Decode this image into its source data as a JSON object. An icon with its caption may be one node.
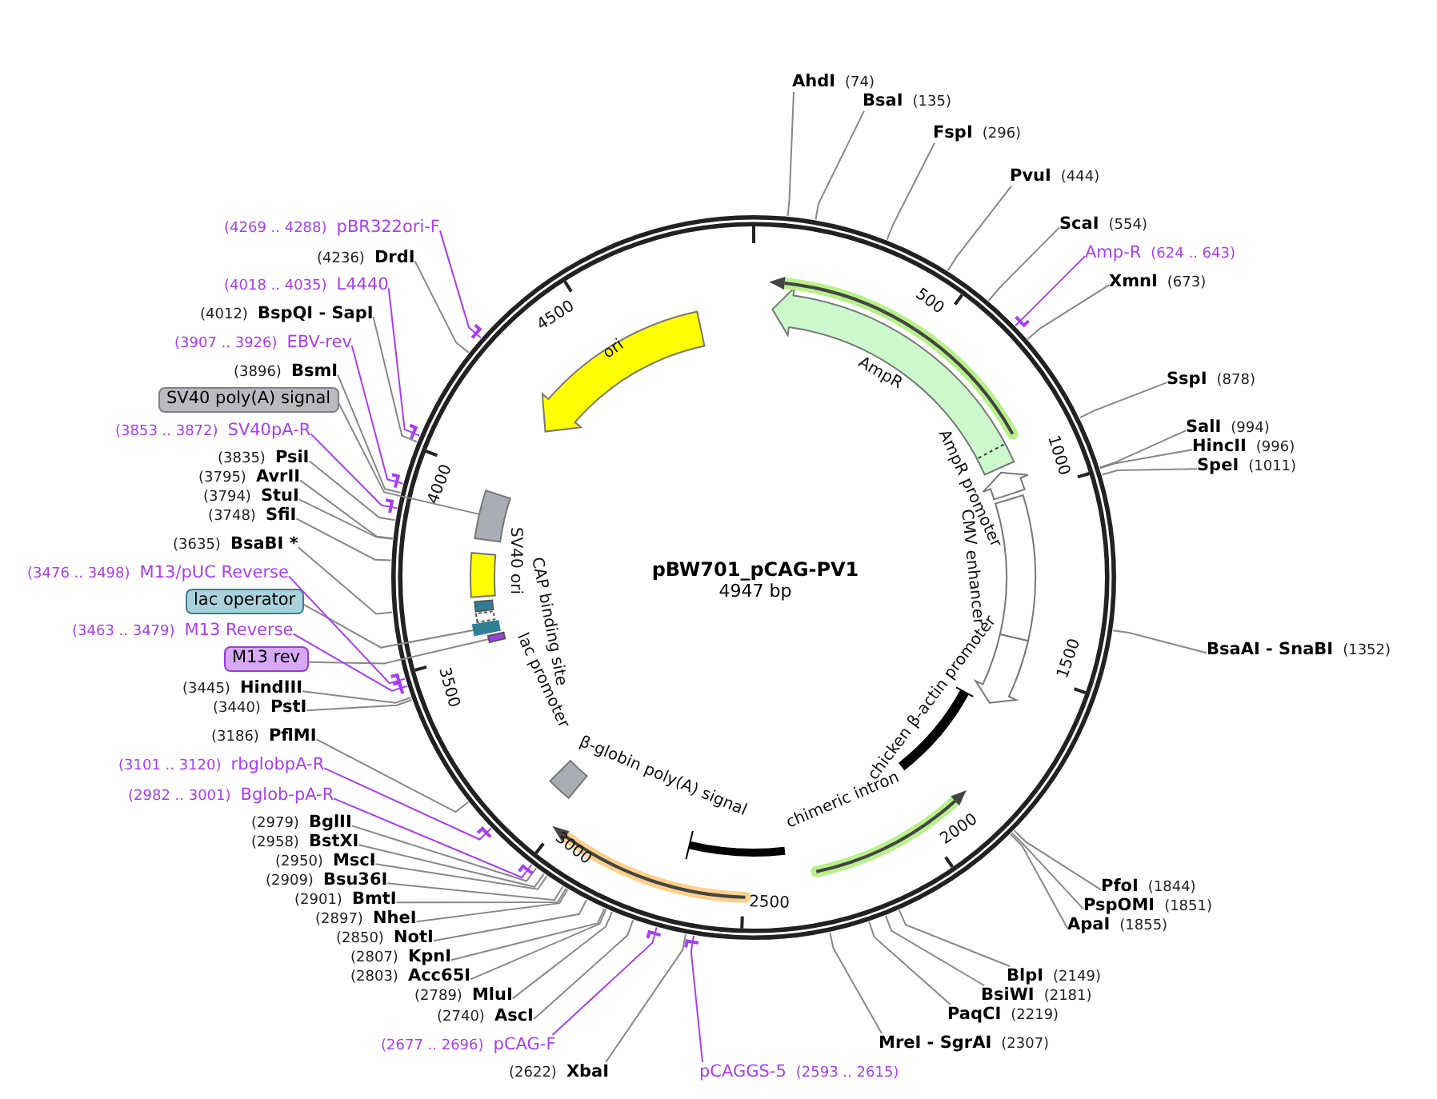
{
  "diagram": {
    "title": "pBW701_pCAG-PV1",
    "nodes": [
      {
        "text": [
          "AhdI",
          "(74)"
        ]
      },
      {
        "text": [
          "BsaI",
          "(135)"
        ]
      },
      {
        "text": [
          "FspI",
          "(296)"
        ]
      },
      {
        "text": [
          "PvuI",
          "(444)"
        ]
      },
      {
        "text": [
          "ScaI",
          "(554)"
        ]
      },
      {
        "text": [
          "Amp-R",
          "(624 .. 643)"
        ]
      },
      {
        "text": [
          "XmnI",
          "(673)"
        ]
      },
      {
        "text": [
          "SspI",
          "(878)"
        ]
      },
      {
        "text": [
          "SalI",
          "(994)"
        ]
      },
      {
        "text": [
          "HincII",
          "(996)"
        ]
      },
      {
        "text": [
          "SpeI",
          "(1011)"
        ]
      },
      {
        "text": [
          "BsaAI - SnaBI",
          "(1352)"
        ]
      },
      {
        "text": [
          "PfoI",
          "(1844)"
        ]
      },
      {
        "text": [
          "PspOMI",
          "(1851)"
        ]
      },
      {
        "text": [
          "ApaI",
          "(1855)"
        ]
      },
      {
        "text": [
          "BlpI",
          "(2149)"
        ]
      },
      {
        "text": [
          "BsiWI",
          "(2181)"
        ]
      },
      {
        "text": [
          "PaqCI",
          "(2219)"
        ]
      },
      {
        "text": [
          "MreI - SgrAI",
          "(2307)"
        ]
      },
      {
        "text": [
          "pCAGGS-5",
          "(2593 .. 2615)"
        ]
      },
      {
        "text": [
          "(2622)",
          "XbaI"
        ]
      },
      {
        "text": [
          "(2677 .. 2696)",
          "pCAG-F"
        ]
      },
      {
        "text": [
          "(2740)",
          "AscI"
        ]
      },
      {
        "text": [
          "(2789)",
          "MluI"
        ]
      },
      {
        "text": [
          "(2803)",
          "Acc65I"
        ]
      },
      {
        "text": [
          "(2807)",
          "KpnI"
        ]
      },
      {
        "text": [
          "(2850)",
          "NotI"
        ]
      },
      {
        "text": [
          "(2897)",
          "NheI"
        ]
      },
      {
        "text": [
          "(2901)",
          "BmtI"
        ]
      },
      {
        "text": [
          "(2909)",
          "Bsu36I"
        ]
      },
      {
        "text": [
          "(2950)",
          "MscI"
        ]
      },
      {
        "text": [
          "(2958)",
          "BstXI"
        ]
      },
      {
        "text": [
          "(2979)",
          "BglII"
        ]
      },
      {
        "text": [
          "(2982 .. 3001)",
          "Bglob-pA-R"
        ]
      },
      {
        "text": [
          "(3101 .. 3120)",
          "rbglobpA-R"
        ]
      },
      {
        "text": [
          "(3186)",
          "PflMI"
        ]
      },
      {
        "text": [
          "(3440)",
          "PstI"
        ]
      },
      {
        "text": [
          "(3445)",
          "HindIII"
        ]
      },
      {
        "text": [
          "M13 rev"
        ]
      },
      {
        "text": [
          "(3463 .. 3479)",
          "M13 Reverse"
        ]
      },
      {
        "text": [
          "lac operator"
        ]
      },
      {
        "text": [
          "(3476 .. 3498)",
          "M13/pUC Reverse"
        ]
      },
      {
        "text": [
          "(3635)",
          "BsaBI *"
        ]
      },
      {
        "text": [
          "(3748)",
          "SfiI"
        ]
      },
      {
        "text": [
          "(3794)",
          "StuI"
        ]
      },
      {
        "text": [
          "(3795)",
          "AvrII"
        ]
      },
      {
        "text": [
          "(3835)",
          "PsiI"
        ]
      },
      {
        "text": [
          "(3853 .. 3872)",
          "SV40pA-R"
        ]
      },
      {
        "text": [
          "SV40 poly(A) signal"
        ]
      },
      {
        "text": [
          "(3896)",
          "BsmI"
        ]
      },
      {
        "text": [
          "(3907 .. 3926)",
          "EBV-rev"
        ]
      },
      {
        "text": [
          "(4012)",
          "BspQI - SapI"
        ]
      },
      {
        "text": [
          "(4018 .. 4035)",
          "L4440"
        ]
      },
      {
        "text": [
          "(4236)",
          "DrdI"
        ]
      },
      {
        "text": [
          "(4269 .. 4288)",
          "pBR322ori-F"
        ]
      },
      {
        "text": [
          "AmpR"
        ]
      },
      {
        "text": [
          "AmpR promoter"
        ]
      },
      {
        "text": [
          "CMV enhancer"
        ]
      },
      {
        "text": [
          "chicken β-actin promoter"
        ]
      },
      {
        "text": [
          "chimeric intron"
        ]
      },
      {
        "text": [
          "β-globin poly(A) signal"
        ]
      },
      {
        "text": [
          "lac promoter"
        ]
      },
      {
        "text": [
          "CAP binding site"
        ]
      },
      {
        "text": [
          "SV40 ori"
        ]
      },
      {
        "text": [
          "ori"
        ]
      },
      {
        "text": [],
        "shape": "box"
      },
      {
        "text": [],
        "shape": "box"
      },
      {
        "text": [],
        "shape": "box"
      }
    ],
    "edges": [
      {
        "from": 0,
        "to": null,
        "arrow": "none"
      },
      {
        "from": 1,
        "to": null,
        "arrow": "none"
      },
      {
        "from": 2,
        "to": null,
        "arrow": "none"
      },
      {
        "from": 3,
        "to": null,
        "arrow": "none"
      },
      {
        "from": 4,
        "to": null,
        "arrow": "none"
      },
      {
        "from": 5,
        "to": null,
        "arrow": "none",
        "color": "#a83ef0"
      },
      {
        "from": 6,
        "to": null,
        "arrow": "none"
      },
      {
        "from": 7,
        "to": null,
        "arrow": "none"
      },
      {
        "from": 8,
        "to": null,
        "arrow": "none"
      },
      {
        "from": 9,
        "to": null,
        "arrow": "none"
      },
      {
        "from": 10,
        "to": null,
        "arrow": "none"
      },
      {
        "from": 11,
        "to": null,
        "arrow": "none"
      },
      {
        "from": 12,
        "to": null,
        "arrow": "none"
      },
      {
        "from": 13,
        "to": null,
        "arrow": "none"
      },
      {
        "from": 14,
        "to": null,
        "arrow": "none"
      },
      {
        "from": 15,
        "to": null,
        "arrow": "none"
      },
      {
        "from": 16,
        "to": null,
        "arrow": "none"
      },
      {
        "from": 17,
        "to": null,
        "arrow": "none"
      },
      {
        "from": 18,
        "to": null,
        "arrow": "none"
      },
      {
        "from": 19,
        "to": null,
        "arrow": "none",
        "color": "#a83ef0"
      },
      {
        "from": 20,
        "to": null,
        "arrow": "none"
      },
      {
        "from": 21,
        "to": null,
        "arrow": "none",
        "color": "#a83ef0"
      },
      {
        "from": 22,
        "to": null,
        "arrow": "none"
      },
      {
        "from": 23,
        "to": null,
        "arrow": "none"
      },
      {
        "from": 24,
        "to": null,
        "arrow": "none"
      },
      {
        "from": 25,
        "to": null,
        "arrow": "none"
      },
      {
        "from": 26,
        "to": null,
        "arrow": "none"
      },
      {
        "from": 27,
        "to": null,
        "arrow": "none"
      },
      {
        "from": 28,
        "to": null,
        "arrow": "none"
      },
      {
        "from": 29,
        "to": null,
        "arrow": "none"
      },
      {
        "from": 30,
        "to": null,
        "arrow": "none"
      },
      {
        "from": 31,
        "to": null,
        "arrow": "none"
      },
      {
        "from": 32,
        "to": null,
        "arrow": "none"
      },
      {
        "from": 33,
        "to": null,
        "arrow": "none",
        "color": "#a83ef0"
      },
      {
        "from": 34,
        "to": null,
        "arrow": "none",
        "color": "#a83ef0"
      },
      {
        "from": 35,
        "to": null,
        "arrow": "none"
      },
      {
        "from": 36,
        "to": null,
        "arrow": "none"
      },
      {
        "from": 37,
        "to": null,
        "arrow": "none"
      },
      {
        "from": 38,
        "to": 65,
        "arrow": "none"
      },
      {
        "from": 39,
        "to": null,
        "arrow": "none",
        "color": "#a83ef0"
      },
      {
        "from": 40,
        "to": 66,
        "arrow": "none"
      },
      {
        "from": 41,
        "to": null,
        "arrow": "none",
        "color": "#a83ef0"
      },
      {
        "from": 42,
        "to": null,
        "arrow": "none"
      },
      {
        "from": 43,
        "to": null,
        "arrow": "none"
      },
      {
        "from": 44,
        "to": null,
        "arrow": "none"
      },
      {
        "from": 45,
        "to": null,
        "arrow": "none"
      },
      {
        "from": 46,
        "to": null,
        "arrow": "none"
      },
      {
        "from": 47,
        "to": null,
        "arrow": "none",
        "color": "#a83ef0"
      },
      {
        "from": 48,
        "to": 67,
        "arrow": "none"
      },
      {
        "from": 49,
        "to": null,
        "arrow": "none"
      },
      {
        "from": 50,
        "to": null,
        "arrow": "none",
        "color": "#a83ef0"
      },
      {
        "from": 51,
        "to": null,
        "arrow": "none"
      },
      {
        "from": 52,
        "to": null,
        "arrow": "none",
        "color": "#a83ef0"
      },
      {
        "from": 53,
        "to": null,
        "arrow": "none"
      },
      {
        "from": 54,
        "to": null,
        "arrow": "none",
        "color": "#a83ef0"
      }
    ],
    "labels": [
      "4947 bp",
      "500",
      "1000",
      "1500",
      "2000",
      "2500",
      "3000",
      "3500",
      "4000",
      "4500"
    ]
  }
}
